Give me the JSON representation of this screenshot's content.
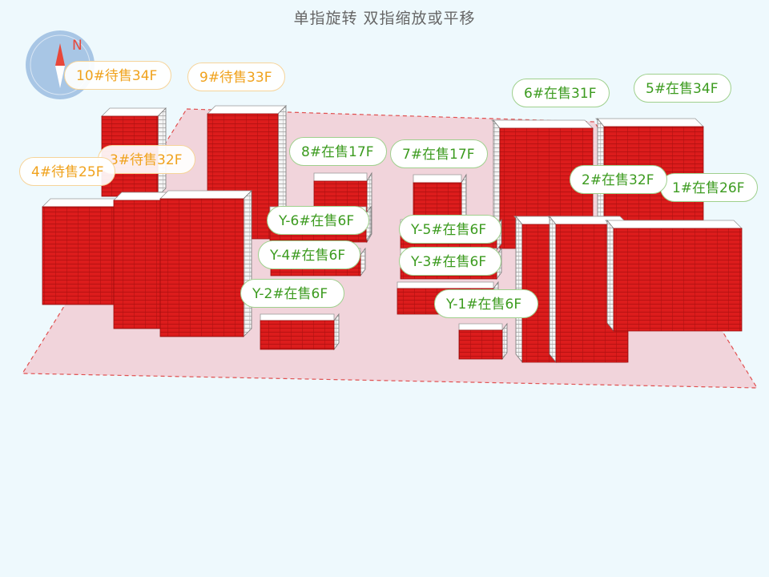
{
  "header": {
    "hint": "单指旋转 双指缩放或平移"
  },
  "compass": {
    "north": "N"
  },
  "chart_data": {
    "type": "3d-building-site-plan",
    "buildings": [
      {
        "id": "1",
        "label": "1#在售26F",
        "status": "在售",
        "floors": 26
      },
      {
        "id": "2",
        "label": "2#在售32F",
        "status": "在售",
        "floors": 32
      },
      {
        "id": "3",
        "label": "3#待售32F",
        "status": "待售",
        "floors": 32
      },
      {
        "id": "4",
        "label": "4#待售25F",
        "status": "待售",
        "floors": 25
      },
      {
        "id": "5",
        "label": "5#在售34F",
        "status": "在售",
        "floors": 34
      },
      {
        "id": "6",
        "label": "6#在售31F",
        "status": "在售",
        "floors": 31
      },
      {
        "id": "7",
        "label": "7#在售17F",
        "status": "在售",
        "floors": 17
      },
      {
        "id": "8",
        "label": "8#在售17F",
        "status": "在售",
        "floors": 17
      },
      {
        "id": "9",
        "label": "9#待售33F",
        "status": "待售",
        "floors": 33
      },
      {
        "id": "10",
        "label": "10#待售34F",
        "status": "待售",
        "floors": 34
      },
      {
        "id": "Y-1",
        "label": "Y-1#在售6F",
        "status": "在售",
        "floors": 6
      },
      {
        "id": "Y-2",
        "label": "Y-2#在售6F",
        "status": "在售",
        "floors": 6
      },
      {
        "id": "Y-3",
        "label": "Y-3#在售6F",
        "status": "在售",
        "floors": 6
      },
      {
        "id": "Y-4",
        "label": "Y-4#在售6F",
        "status": "在售",
        "floors": 6
      },
      {
        "id": "Y-5",
        "label": "Y-5#在售6F",
        "status": "在售",
        "floors": 6
      },
      {
        "id": "Y-6",
        "label": "Y-6#在售6F",
        "status": "在售",
        "floors": 6
      }
    ]
  },
  "colors": {
    "building": "#d81a1a",
    "on_sale": "#3c9b1f",
    "pending": "#f0a21c",
    "site": "#f2c4cc",
    "site_border": "#e05050"
  }
}
